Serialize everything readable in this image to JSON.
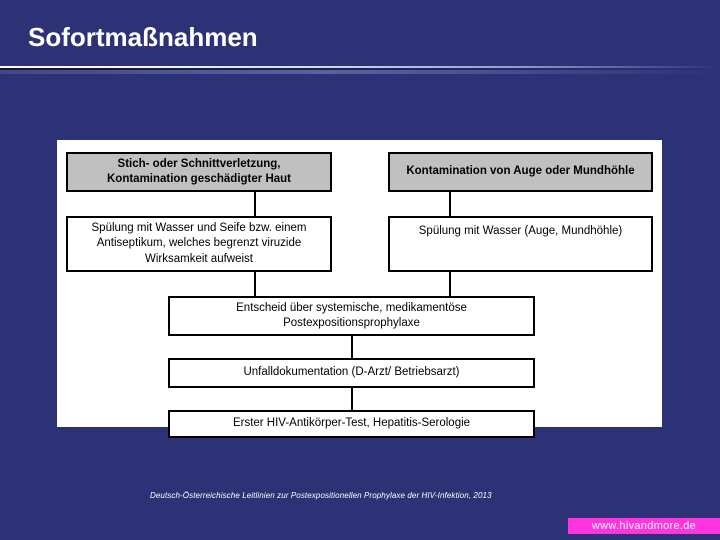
{
  "slide": {
    "title": "Sofortmaßnahmen",
    "background_color": "#2d3277",
    "panel_color": "#ffffff"
  },
  "diagram": {
    "box_fill_highlight": "#c0c0c0",
    "box_fill_plain": "#ffffff",
    "box_border_color": "#000000",
    "boxes": [
      {
        "id": "injury-header",
        "lines": [
          "Stich- oder Schnittverletzung,",
          "Kontamination geschädigter Haut"
        ],
        "style": "highlight"
      },
      {
        "id": "injury-action",
        "lines": [
          "Spülung mit Wasser und Seife bzw. einem",
          "Antiseptikum, welches begrenzt viruzide",
          "Wirksamkeit aufweist"
        ],
        "style": "plain"
      },
      {
        "id": "mucosa-header",
        "lines": [
          "Kontamination von  Auge oder Mundhöhle"
        ],
        "style": "highlight"
      },
      {
        "id": "mucosa-action",
        "lines": [
          "Spülung mit  Wasser (Auge, Mundhöhle)"
        ],
        "style": "plain"
      },
      {
        "id": "decision-pep",
        "lines": [
          "Entscheid über systemische, medikamentöse",
          "Postexpositionsprophylaxe"
        ],
        "style": "plain"
      },
      {
        "id": "accident-documentation",
        "lines": [
          "Unfalldokumentation (D-Arzt/ Betriebsarzt)"
        ],
        "style": "plain"
      },
      {
        "id": "first-serology",
        "lines": [
          "Erster HIV-Antikörper-Test, Hepatitis-Serologie"
        ],
        "style": "plain"
      }
    ]
  },
  "footer": {
    "citation": "Deutsch-Österreichische Leitlinien zur Postexpositionellen Prophylaxe der HIV-Infektion, 2013",
    "url": "www.hivandmore.de",
    "url_band_color": "#ff33e0"
  }
}
